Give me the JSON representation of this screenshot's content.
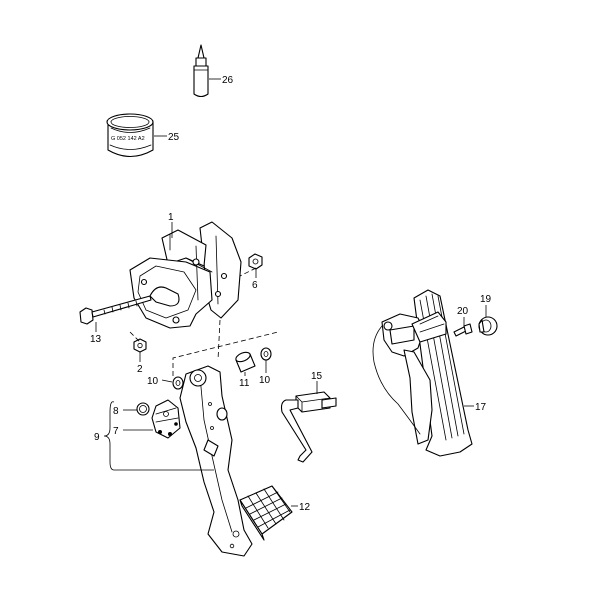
{
  "callouts": {
    "c1": "1",
    "c2": "2",
    "c6": "6",
    "c7": "7",
    "c8": "8",
    "c9": "9",
    "c10a": "10",
    "c10b": "10",
    "c11": "11",
    "c12": "12",
    "c13": "13",
    "c15": "15",
    "c17": "17",
    "c19": "19",
    "c20": "20",
    "c25": "25",
    "c26": "26"
  },
  "sleeve_marking": "G 052 142 A2",
  "colors": {
    "line": "#000000",
    "background": "#ffffff"
  }
}
